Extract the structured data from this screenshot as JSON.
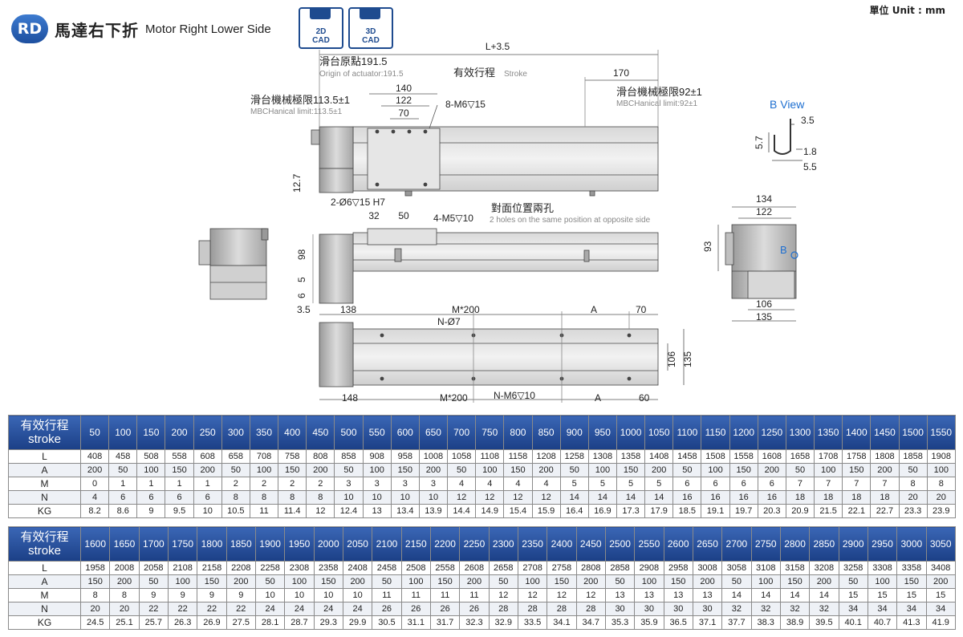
{
  "unit_label": "單位 Unit : mm",
  "header": {
    "badge": "RD",
    "title_zh": "馬達右下折",
    "title_en": "Motor Right Lower Side"
  },
  "cad": [
    {
      "label": "2D\nCAD"
    },
    {
      "label": "3D\nCAD"
    }
  ],
  "drawing": {
    "l35": "L+3.5",
    "origin_zh": "滑台原點191.5",
    "origin_en": "Origin of actuator:191.5",
    "stroke_zh": "有效行程",
    "stroke_en": "Stroke",
    "d170": "170",
    "d140": "140",
    "d122": "122",
    "d70": "70",
    "limit_left_zh": "滑台機械極限113.5±1",
    "limit_left_en": "MBCHanical limit:113.5±1",
    "limit_right_zh": "滑台機械極限92±1",
    "limit_right_en": "MBCHanical limit:92±1",
    "m6_top": "8-M6▽15",
    "d12_7": "12.7",
    "pin": "2-Ø6▽15 H7",
    "d32": "32",
    "d50": "50",
    "m5": "4-M5▽10",
    "opposite_zh": "對面位置兩孔",
    "opposite_en": "2 holes on the same position at opposite side",
    "bview": "B View",
    "b": "B",
    "bv_35": "3.5",
    "bv_57": "5.7",
    "bv_18": "1.8",
    "bv_55": "5.5",
    "side_134": "134",
    "side_122": "122",
    "side_93": "93",
    "side_106": "106",
    "side_135": "135",
    "h98": "98",
    "h5": "5",
    "h6": "6",
    "bot_35": "3.5",
    "bot_138": "138",
    "bot_m200_top": "M*200",
    "bot_a_top": "A",
    "bot_70": "70",
    "bot_n7": "N-Ø7",
    "bot_106": "106",
    "bot_135": "135",
    "bot_148": "148",
    "bot_m200_bot": "M*200",
    "bot_nm6": "N-M6▽10",
    "bot_a_bot": "A",
    "bot_60": "60"
  },
  "table_header": {
    "zh": "有效行程",
    "en": "stroke"
  },
  "row_labels": [
    "L",
    "A",
    "M",
    "N",
    "KG"
  ],
  "table1": {
    "strokes": [
      50,
      100,
      150,
      200,
      250,
      300,
      350,
      400,
      450,
      500,
      550,
      600,
      650,
      700,
      750,
      800,
      850,
      900,
      950,
      1000,
      1050,
      1100,
      1150,
      1200,
      1250,
      1300,
      1350,
      1400,
      1450,
      1500,
      1550
    ],
    "L": [
      408,
      458,
      508,
      558,
      608,
      658,
      708,
      758,
      808,
      858,
      908,
      958,
      1008,
      1058,
      1108,
      1158,
      1208,
      1258,
      1308,
      1358,
      1408,
      1458,
      1508,
      1558,
      1608,
      1658,
      1708,
      1758,
      1808,
      1858,
      1908
    ],
    "A": [
      200,
      50,
      100,
      150,
      200,
      50,
      100,
      150,
      200,
      50,
      100,
      150,
      200,
      50,
      100,
      150,
      200,
      50,
      100,
      150,
      200,
      50,
      100,
      150,
      200,
      50,
      100,
      150,
      200,
      50,
      100
    ],
    "M": [
      0,
      1,
      1,
      1,
      1,
      2,
      2,
      2,
      2,
      3,
      3,
      3,
      3,
      4,
      4,
      4,
      4,
      5,
      5,
      5,
      5,
      6,
      6,
      6,
      6,
      7,
      7,
      7,
      7,
      8,
      8
    ],
    "N": [
      4,
      6,
      6,
      6,
      6,
      8,
      8,
      8,
      8,
      10,
      10,
      10,
      10,
      12,
      12,
      12,
      12,
      14,
      14,
      14,
      14,
      16,
      16,
      16,
      16,
      18,
      18,
      18,
      18,
      20,
      20
    ],
    "KG": [
      "8.2",
      "8.6",
      "9",
      "9.5",
      "10",
      "10.5",
      "11",
      "11.4",
      "12",
      "12.4",
      "13",
      "13.4",
      "13.9",
      "14.4",
      "14.9",
      "15.4",
      "15.9",
      "16.4",
      "16.9",
      "17.3",
      "17.9",
      "18.5",
      "19.1",
      "19.7",
      "20.3",
      "20.9",
      "21.5",
      "22.1",
      "22.7",
      "23.3",
      "23.9"
    ]
  },
  "table2": {
    "strokes": [
      1600,
      1650,
      1700,
      1750,
      1800,
      1850,
      1900,
      1950,
      2000,
      2050,
      2100,
      2150,
      2200,
      2250,
      2300,
      2350,
      2400,
      2450,
      2500,
      2550,
      2600,
      2650,
      2700,
      2750,
      2800,
      2850,
      2900,
      2950,
      3000,
      3050
    ],
    "L": [
      1958,
      2008,
      2058,
      2108,
      2158,
      2208,
      2258,
      2308,
      2358,
      2408,
      2458,
      2508,
      2558,
      2608,
      2658,
      2708,
      2758,
      2808,
      2858,
      2908,
      2958,
      3008,
      3058,
      3108,
      3158,
      3208,
      3258,
      3308,
      3358,
      3408
    ],
    "A": [
      150,
      200,
      50,
      100,
      150,
      200,
      50,
      100,
      150,
      200,
      50,
      100,
      150,
      200,
      50,
      100,
      150,
      200,
      50,
      100,
      150,
      200,
      50,
      100,
      150,
      200,
      50,
      100,
      150,
      200
    ],
    "M": [
      8,
      8,
      9,
      9,
      9,
      9,
      10,
      10,
      10,
      10,
      11,
      11,
      11,
      11,
      12,
      12,
      12,
      12,
      13,
      13,
      13,
      13,
      14,
      14,
      14,
      14,
      15,
      15,
      15,
      15
    ],
    "N": [
      20,
      20,
      22,
      22,
      22,
      22,
      24,
      24,
      24,
      24,
      26,
      26,
      26,
      26,
      28,
      28,
      28,
      28,
      30,
      30,
      30,
      30,
      32,
      32,
      32,
      32,
      34,
      34,
      34,
      34
    ],
    "KG": [
      "24.5",
      "25.1",
      "25.7",
      "26.3",
      "26.9",
      "27.5",
      "28.1",
      "28.7",
      "29.3",
      "29.9",
      "30.5",
      "31.1",
      "31.7",
      "32.3",
      "32.9",
      "33.5",
      "34.1",
      "34.7",
      "35.3",
      "35.9",
      "36.5",
      "37.1",
      "37.7",
      "38.3",
      "38.9",
      "39.5",
      "40.1",
      "40.7",
      "41.3",
      "41.9"
    ]
  }
}
